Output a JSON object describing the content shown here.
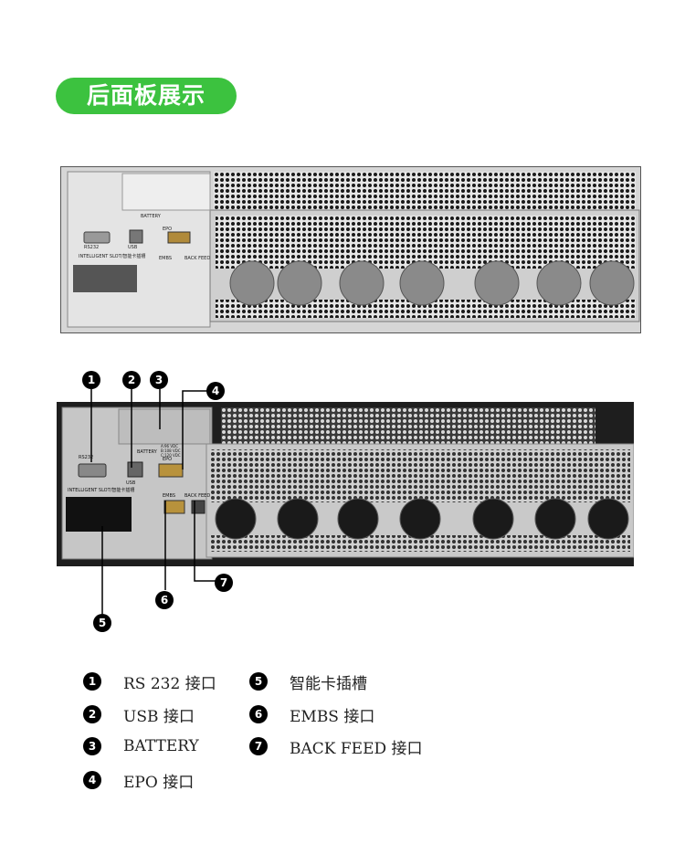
{
  "title": "后面板展示",
  "callouts": [
    "1",
    "2",
    "3",
    "4",
    "5",
    "6",
    "7"
  ],
  "panel_labels": {
    "rs232": "RS232",
    "usb": "USB",
    "battery": "BATTERY",
    "epo": "EPO",
    "embs": "EMBS",
    "back_feed": "BACK FEED",
    "intelligent_slot": "INTELLIGENT SLOT/智能卡插槽",
    "voltages": [
      "A:96 VDC",
      "B:108 VDC",
      "C:120 VDC"
    ]
  },
  "legend": [
    {
      "num": "1",
      "label": "RS 232 接口"
    },
    {
      "num": "2",
      "label": "USB 接口"
    },
    {
      "num": "3",
      "label": "BATTERY"
    },
    {
      "num": "4",
      "label": "EPO 接口"
    },
    {
      "num": "5",
      "label": "智能卡插槽"
    },
    {
      "num": "6",
      "label": "EMBS 接口"
    },
    {
      "num": "7",
      "label": "BACK FEED 接口"
    }
  ],
  "colors": {
    "accent": "#3cc23f",
    "badge": "#000000",
    "chassis_top": "#dcdcdc",
    "chassis_bottom": "#1e1e1e",
    "panel_metal": "#c9c9c9"
  }
}
